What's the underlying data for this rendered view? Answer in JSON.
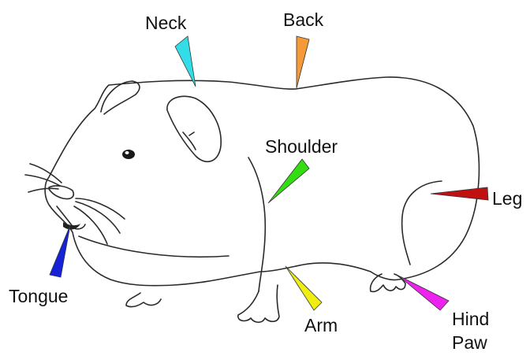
{
  "labels": {
    "neck": "Neck",
    "back": "Back",
    "shoulder": "Shoulder",
    "leg": "Leg",
    "tongue": "Tongue",
    "arm": "Arm",
    "hind_paw_line1": "Hind",
    "hind_paw_line2": "Paw"
  },
  "colors": {
    "neck": "#33dde8",
    "back": "#f59a3a",
    "shoulder": "#33dd11",
    "leg": "#c01010",
    "tongue": "#1522d8",
    "arm": "#f0ee10",
    "hind_paw": "#ee22ee",
    "outline": "#2a2a2a"
  }
}
